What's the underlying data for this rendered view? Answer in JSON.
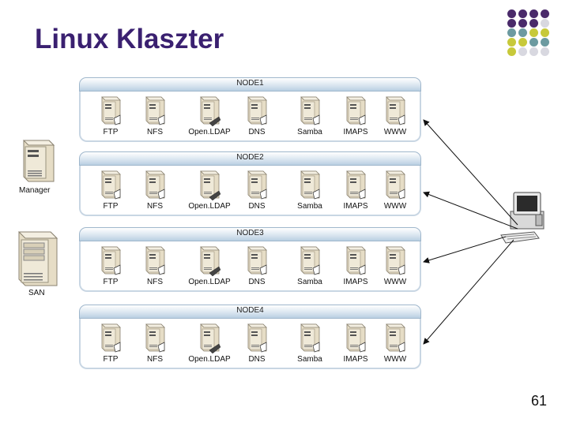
{
  "slide": {
    "title": "Linux Klaszter",
    "page_number": "61"
  },
  "accent_colors": {
    "title": "#3a2070",
    "dot_purple": "#4a2a6a",
    "dot_teal": "#6c9aa0",
    "dot_olive": "#c7c93a",
    "dot_grey": "#d8d8e0"
  },
  "nodes": [
    {
      "name": "NODE1",
      "services": [
        "FTP",
        "NFS",
        "Open.LDAP",
        "DNS",
        "Samba",
        "IMAPS",
        "WWW"
      ]
    },
    {
      "name": "NODE2",
      "services": [
        "FTP",
        "NFS",
        "Open.LDAP",
        "DNS",
        "Samba",
        "IMAPS",
        "WWW"
      ]
    },
    {
      "name": "NODE3",
      "services": [
        "FTP",
        "NFS",
        "Open.LDAP",
        "DNS",
        "Samba",
        "IMAPS",
        "WWW"
      ]
    },
    {
      "name": "NODE4",
      "services": [
        "FTP",
        "NFS",
        "Open.LDAP",
        "DNS",
        "Samba",
        "IMAPS",
        "WWW"
      ]
    }
  ],
  "side": {
    "manager_label": "Manager",
    "san_label": "SAN"
  },
  "icons": {
    "server": "server-tower-icon",
    "workstation": "workstation-icon"
  }
}
